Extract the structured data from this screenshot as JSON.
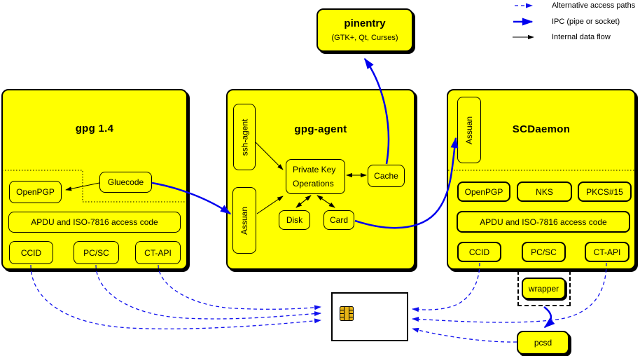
{
  "legend": {
    "items": [
      {
        "label": "Alternative access paths",
        "style": "dashed-blue-arrow"
      },
      {
        "label": "IPC (pipe or socket)",
        "style": "solid-blue-arrow"
      },
      {
        "label": "Internal data flow",
        "style": "solid-black-arrow"
      }
    ]
  },
  "pinentry": {
    "title": "pinentry",
    "subtitle": "(GTK+, Qt, Curses)"
  },
  "gpg14": {
    "title": "gpg 1.4",
    "openpgp": "OpenPGP",
    "gluecode": "Gluecode",
    "apdu": "APDU and ISO-7816 access code",
    "ccid": "CCID",
    "pcsc": "PC/SC",
    "ctapi": "CT-API"
  },
  "gpg_agent": {
    "title": "gpg-agent",
    "ssh_agent": "ssh-agent",
    "assuan": "Assuan",
    "private_key_ops_line1": "Private Key",
    "private_key_ops_line2": "Operations",
    "cache": "Cache",
    "disk": "Disk",
    "card": "Card"
  },
  "scdaemon": {
    "title": "SCDaemon",
    "assuan": "Assuan",
    "openpgp": "OpenPGP",
    "nks": "NKS",
    "pkcs15": "PKCS#15",
    "apdu": "APDU and ISO-7816 access code",
    "ccid": "CCID",
    "pcsc": "PC/SC",
    "ctapi": "CT-API"
  },
  "peripherals": {
    "wrapper": "wrapper",
    "pcsd": "pcsd"
  },
  "colors": {
    "box_fill": "#ffff00",
    "border": "#000000",
    "ipc_blue": "#0000ee",
    "alt_path_blue": "#1111ee",
    "chip_gold": "#e7b416",
    "card_bg": "#ffffff"
  }
}
